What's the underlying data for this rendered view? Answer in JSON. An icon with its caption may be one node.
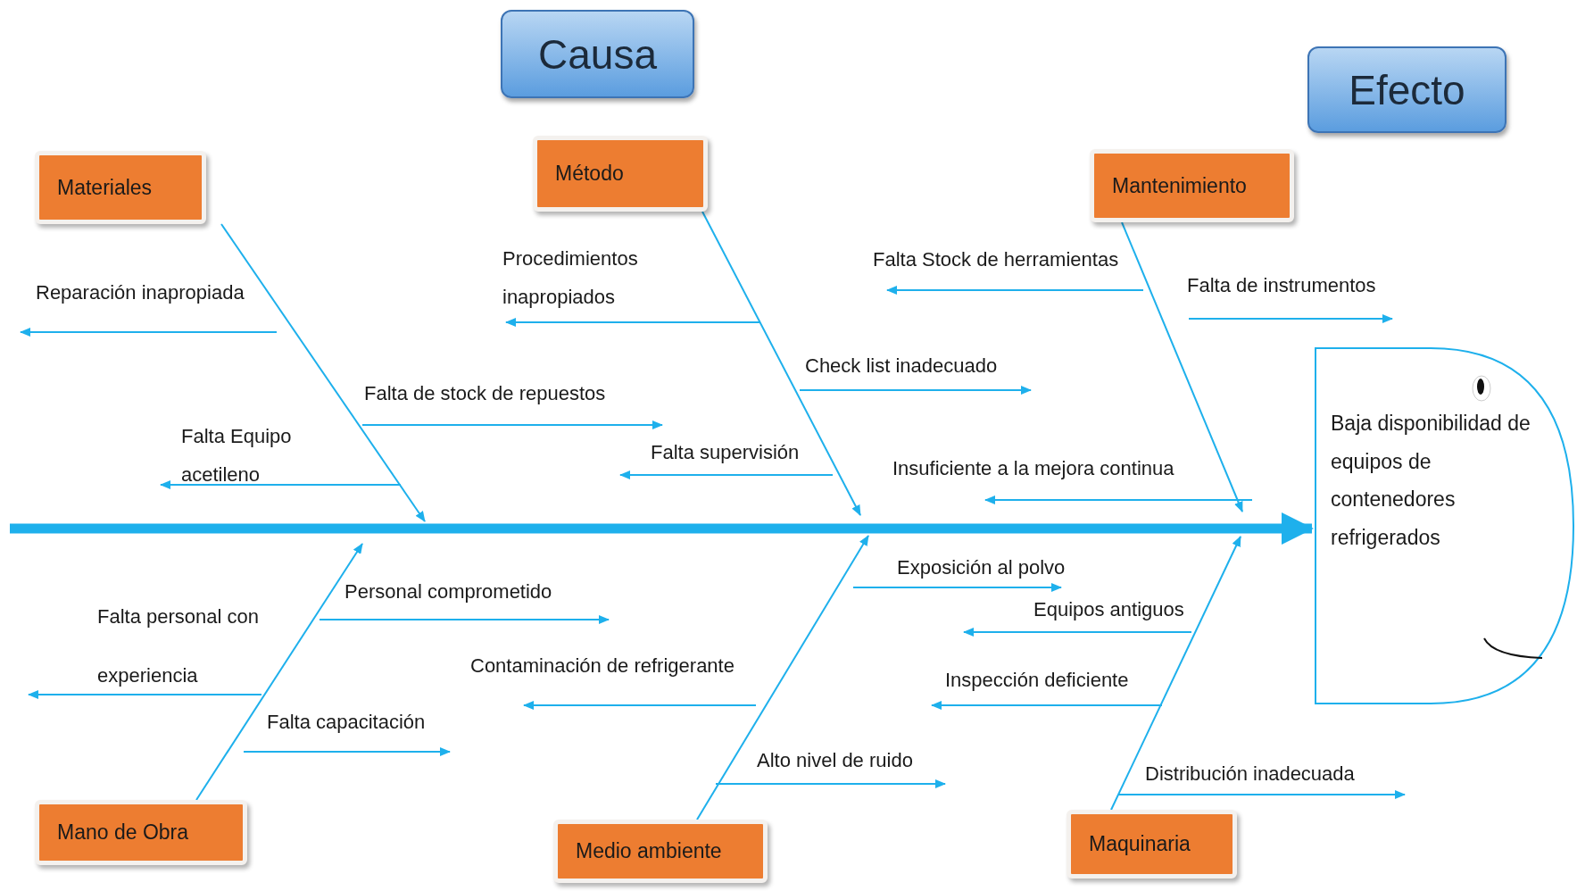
{
  "diagram": {
    "nodes": [
      {
        "text": [
          "Causa"
        ]
      },
      {
        "text": [
          "Efecto"
        ]
      },
      {
        "text": [
          "Materiales"
        ]
      },
      {
        "text": [
          "Método"
        ]
      },
      {
        "text": [
          "Mantenimiento"
        ]
      },
      {
        "text": [
          "Mano de Obra"
        ]
      },
      {
        "text": [
          "Medio ambiente"
        ]
      },
      {
        "text": [
          "Maquinaria"
        ]
      },
      {
        "text": [
          "Baja disponibilidad de equipos de contenedores refrigerados"
        ]
      }
    ],
    "edges": [
      {
        "from": null,
        "to": 8,
        "arrow": "to",
        "style": "thick"
      },
      {
        "from": 2,
        "to": null,
        "arrow": "to"
      },
      {
        "from": 3,
        "to": null,
        "arrow": "to"
      },
      {
        "from": 4,
        "to": null,
        "arrow": "to"
      },
      {
        "from": 5,
        "to": null,
        "arrow": "to"
      },
      {
        "from": 6,
        "to": null,
        "arrow": "to"
      },
      {
        "from": 7,
        "to": null,
        "arrow": "to"
      }
    ],
    "labels": [
      "Reparación inapropiada",
      "Procedimientos inapropiados",
      "Falta Stock de herramientas",
      "Falta de instrumentos",
      "Check list inadecuado",
      "Falta de stock de repuestos",
      "Falta Equipo acetileno",
      "Falta supervisión",
      "Insuficiente a la mejora continua",
      "Personal comprometido",
      "Falta personal con experiencia",
      "Falta capacitación",
      "Exposición al polvo",
      "Contaminación de refrigerante",
      "Equipos antiguos",
      "Inspección deficiente",
      "Alto nivel de ruido",
      "Distribución inadecuada"
    ]
  }
}
